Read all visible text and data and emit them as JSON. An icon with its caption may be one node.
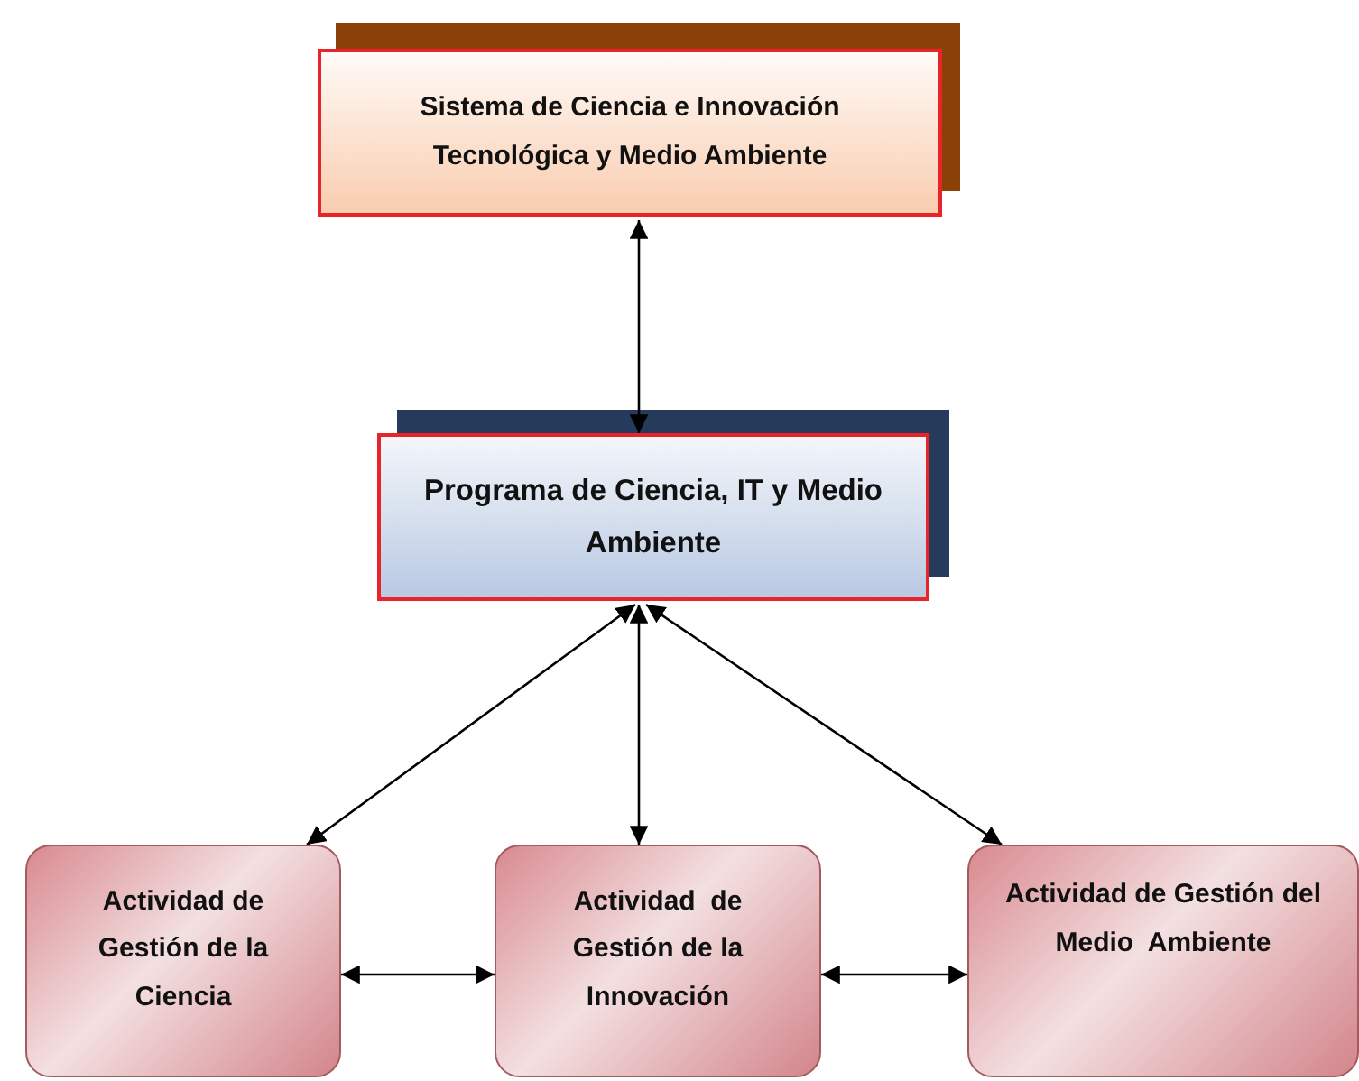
{
  "diagram": {
    "nodes": [
      {
        "text": [
          "Sistema de Ciencia e Innovación Tecnológica y Medio Ambiente"
        ]
      },
      {
        "text": [
          "Programa de Ciencia, IT y Medio Ambiente"
        ]
      },
      {
        "text": [
          "Actividad de Gestión de la Ciencia"
        ]
      },
      {
        "text": [
          "Actividad  de Gestión de la Innovación"
        ]
      },
      {
        "text": [
          "Actividad de Gestión del Medio  Ambiente"
        ]
      }
    ],
    "edges": [
      {
        "from": 0,
        "to": 1,
        "arrow": "both"
      },
      {
        "from": 1,
        "to": 2,
        "arrow": "both"
      },
      {
        "from": 1,
        "to": 3,
        "arrow": "both"
      },
      {
        "from": 1,
        "to": 4,
        "arrow": "both"
      },
      {
        "from": 2,
        "to": 3,
        "arrow": "both"
      },
      {
        "from": 3,
        "to": 4,
        "arrow": "both"
      }
    ]
  }
}
